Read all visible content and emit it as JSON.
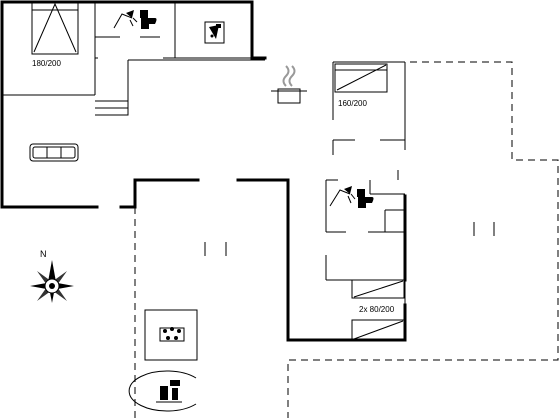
{
  "rooms": {
    "bedroom_top_left": {
      "bed_label": "180/200"
    },
    "bedroom_kitchen_side": {
      "bed_label": "160/200"
    },
    "bedroom_lower": {
      "bed_label": "2x 80/200"
    }
  },
  "compass": {
    "north_label": "N"
  },
  "icons": [
    "bed-icon",
    "shower-icon",
    "toilet-icon",
    "washing-machine-icon",
    "kitchen-pot-icon",
    "sofa-icon",
    "compass-rose-icon",
    "hot-tub-icon",
    "sauna-icon"
  ]
}
